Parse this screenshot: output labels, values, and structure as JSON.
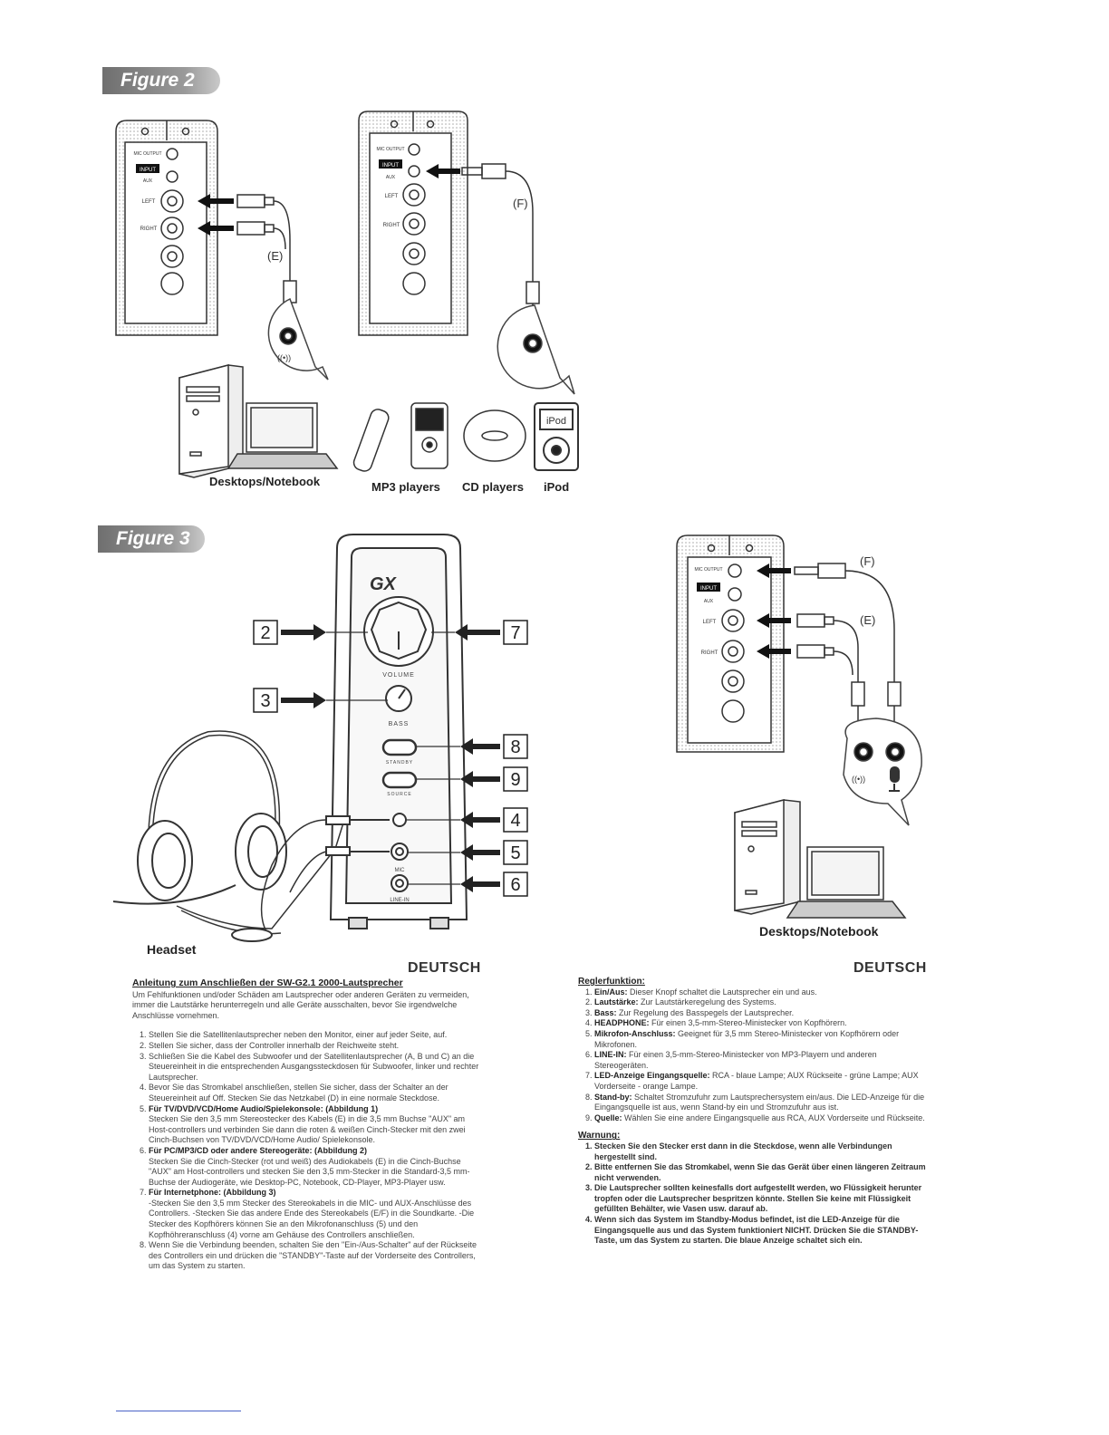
{
  "figure2": {
    "tag": "Figure 2",
    "label_e": "(E)",
    "label_f": "(F)",
    "panel_labels": {
      "mic_output": "MIC OUTPUT",
      "input": "INPUT",
      "aux": "AUX",
      "left": "LEFT",
      "right": "RIGHT"
    },
    "captions": {
      "desktops": "Desktops/Notebook",
      "mp3": "MP3 players",
      "cd": "CD players",
      "ipod": "iPod"
    },
    "ipod_screen": "iPod"
  },
  "figure3": {
    "tag": "Figure 3",
    "logo": "GX",
    "knob_labels": {
      "volume": "VOLUME",
      "bass": "BASS",
      "standby": "STANDBY",
      "source": "SOURCE",
      "mic": "MIC",
      "line_in": "LINE-IN"
    },
    "callouts": [
      "2",
      "3",
      "7",
      "8",
      "9",
      "4",
      "5",
      "6"
    ],
    "headset_caption": "Headset",
    "label_e": "(E)",
    "label_f": "(F)",
    "desktops_caption": "Desktops/Notebook"
  },
  "left_col": {
    "lang": "DEUTSCH",
    "title": "Anleitung zum Anschließen der SW-G2.1 2000-Lautsprecher",
    "intro": "Um Fehlfunktionen und/oder Schäden am Lautsprecher oder anderen Geräten zu vermeiden, immer die Lautstärke herunterregeln und alle Geräte ausschalten, bevor Sie irgendwelche Anschlüsse vornehmen.",
    "items": [
      {
        "head": "",
        "text": "Stellen Sie die Satellitenlautsprecher neben den Monitor, einer auf jeder Seite, auf."
      },
      {
        "head": "",
        "text": "Stellen Sie sicher, dass der Controller innerhalb der Reichweite steht."
      },
      {
        "head": "",
        "text": "Schließen Sie die Kabel des Subwoofer und der Satellitenlautsprecher (A, B und C) an die Steuereinheit in die entsprechenden Ausgangssteckdosen für Subwoofer, linker und rechter Lautsprecher."
      },
      {
        "head": "",
        "text": "Bevor Sie das Stromkabel anschließen, stellen Sie sicher, dass der Schalter an der Steuereinheit auf Off. Stecken Sie das Netzkabel (D) in eine normale Steckdose."
      },
      {
        "head": "Für TV/DVD/VCD/Home Audio/Spielekonsole: (Abbildung 1)",
        "text": "Stecken Sie den 3,5 mm Stereostecker des Kabels (E) in die 3,5 mm Buchse \"AUX\" am Host-controllers und verbinden Sie dann die roten & weißen Cinch-Stecker mit den zwei Cinch-Buchsen von TV/DVD/VCD/Home Audio/ Spielekonsole."
      },
      {
        "head": "Für PC/MP3/CD oder andere Stereogeräte: (Abbildung 2)",
        "text": "Stecken Sie die Cinch-Stecker (rot und weiß) des Audiokabels (E) in die Cinch-Buchse \"AUX\" am Host-controllers und stecken Sie den 3,5 mm-Stecker in die Standard-3,5 mm-Buchse der Audiogeräte, wie Desktop-PC, Notebook, CD-Player, MP3-Player usw."
      },
      {
        "head": "Für Internetphone: (Abbildung 3)",
        "text": "-Stecken Sie den 3,5 mm Stecker des Stereokabels in die MIC- und AUX-Anschlüsse des Controllers. -Stecken Sie das andere Ende des Stereokabels (E/F) in die Soundkarte. -Die Stecker des Kopfhörers können Sie an den Mikrofonanschluss (5) und den Kopfhöhreranschluss (4) vorne am Gehäuse des Controllers anschließen."
      },
      {
        "head": "",
        "text": "Wenn Sie die Verbindung beenden, schalten Sie den \"Ein-/Aus-Schalter\" auf der Rückseite des Controllers ein und drücken die \"STANDBY\"-Taste auf der Vorderseite des Controllers, um das System zu starten."
      }
    ]
  },
  "right_col": {
    "lang": "DEUTSCH",
    "title": "Reglerfunktion:",
    "items": [
      {
        "head": "Ein/Aus:",
        "text": "Dieser Knopf schaltet die Lautsprecher ein und aus."
      },
      {
        "head": "Lautstärke:",
        "text": "Zur Lautstärkeregelung des Systems."
      },
      {
        "head": "Bass:",
        "text": "Zur Regelung des Basspegels der Lautsprecher."
      },
      {
        "head": "HEADPHONE:",
        "text": "Für einen 3,5-mm-Stereo-Ministecker von Kopfhörern."
      },
      {
        "head": "Mikrofon-Anschluss:",
        "text": "Geeignet für 3,5 mm Stereo-Ministecker von Kopfhörern oder Mikrofonen."
      },
      {
        "head": "LINE-IN:",
        "text": "Für einen 3,5-mm-Stereo-Ministecker von MP3-Playern und anderen Stereogeräten."
      },
      {
        "head": "LED-Anzeige Eingangsquelle:",
        "text": "RCA - blaue Lampe; AUX Rückseite - grüne Lampe; AUX Vorderseite - orange Lampe."
      },
      {
        "head": "Stand-by:",
        "text": "Schaltet Stromzufuhr zum Lautsprechersystem ein/aus. Die LED-Anzeige für die Eingangsquelle ist aus, wenn Stand-by ein und Stromzufuhr aus ist."
      },
      {
        "head": "Quelle:",
        "text": "Wählen Sie eine andere Eingangsquelle aus RCA, AUX Vorderseite und Rückseite."
      }
    ],
    "warn_title": "Warnung:",
    "warnings": [
      "Stecken Sie den Stecker erst dann in die Steckdose, wenn alle Verbindungen hergestellt sind.",
      "Bitte entfernen Sie das Stromkabel, wenn Sie das Gerät über einen längeren Zeitraum nicht verwenden.",
      "Die Lautsprecher sollten keinesfalls dort aufgestellt werden, wo Flüssigkeit herunter tropfen oder die Lautsprecher bespritzen könnte. Stellen Sie keine mit Flüssigkeit gefüllten Behälter, wie Vasen usw. darauf ab.",
      "Wenn sich das System im Standby-Modus befindet, ist die LED-Anzeige für die Eingangsquelle aus und das System funktioniert NICHT. Drücken Sie die STANDBY-Taste, um das System zu starten. Die blaue Anzeige schaltet sich ein."
    ]
  }
}
